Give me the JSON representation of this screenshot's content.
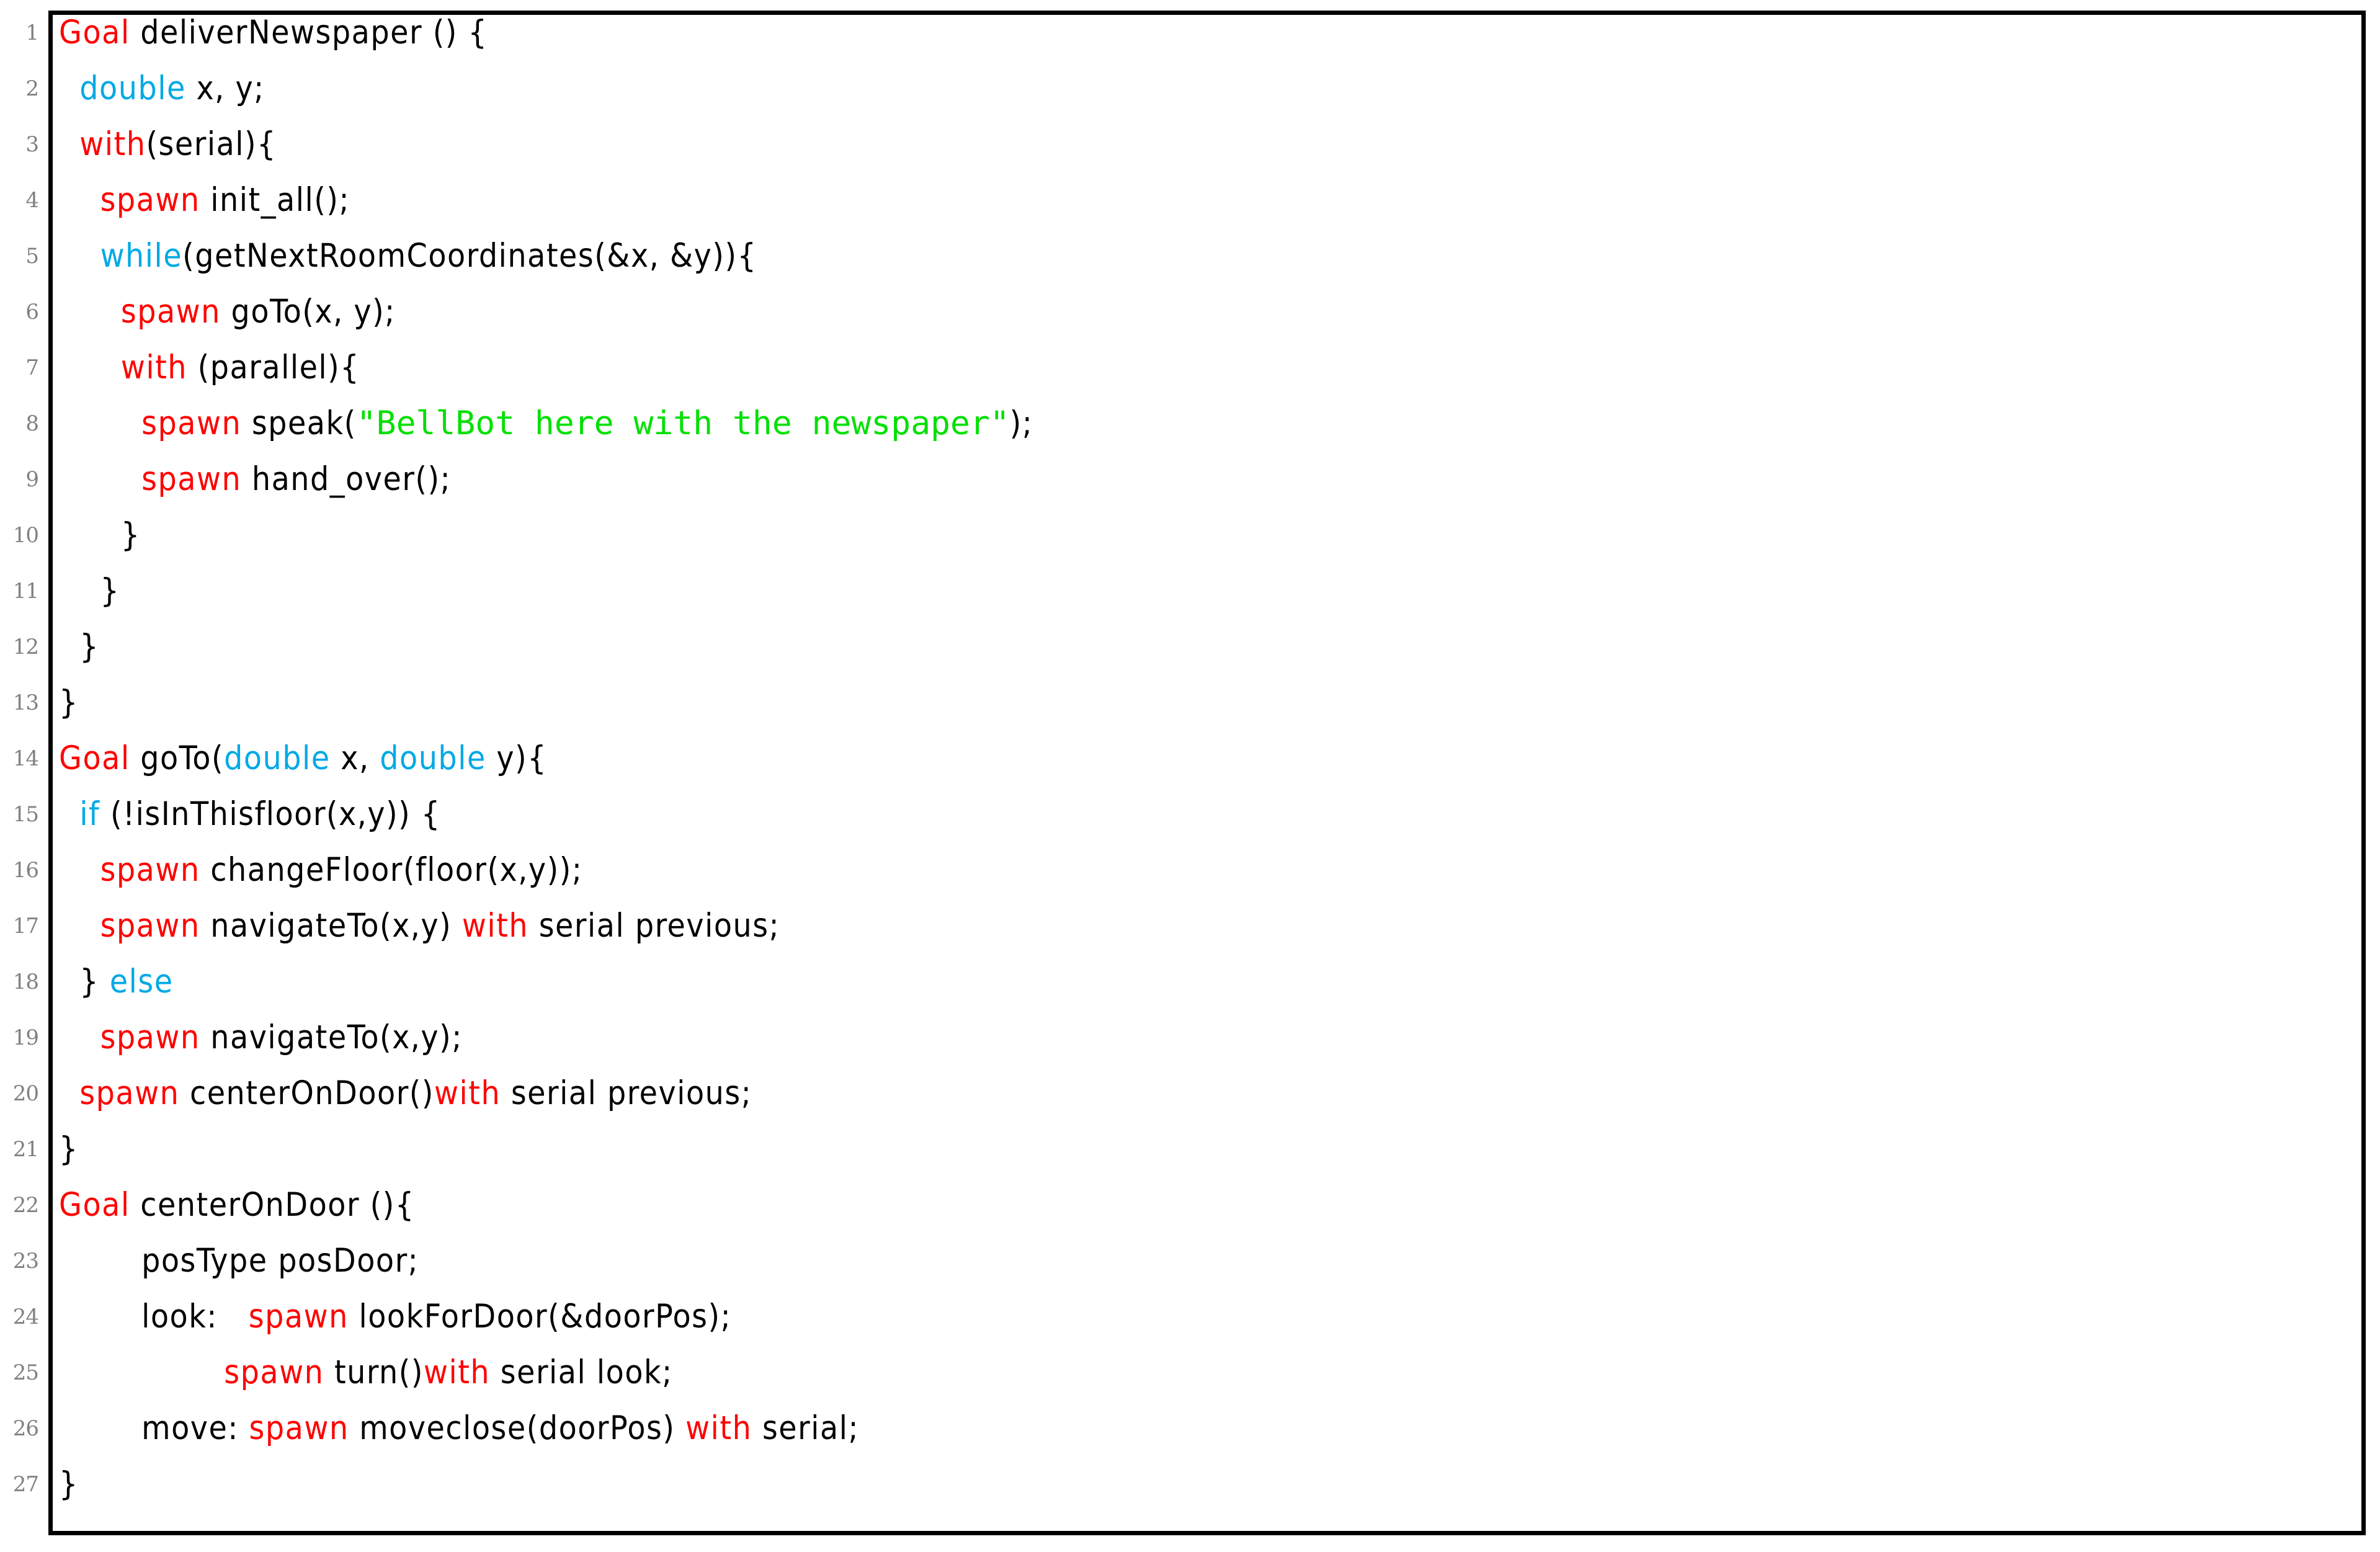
{
  "listing": {
    "language": "Goal-oriented robot task DSL",
    "frame": {
      "border_color": "#000000",
      "background": "#ffffff"
    },
    "line_number_color": "#808080",
    "token_colors": {
      "keyword_red": "#ff0000",
      "keyword_blue": "#00a9e5",
      "string_green": "#00e000",
      "plain": "#000000"
    },
    "lines": [
      {
        "number": "1",
        "tokens": [
          {
            "t": "Goal",
            "c": "kw-red"
          },
          {
            "t": " deliverNewspaper () {",
            "c": "plain"
          }
        ]
      },
      {
        "number": "2",
        "tokens": [
          {
            "t": "  ",
            "c": "plain"
          },
          {
            "t": "double",
            "c": "kw-blue"
          },
          {
            "t": " x, y;",
            "c": "plain"
          }
        ]
      },
      {
        "number": "3",
        "tokens": [
          {
            "t": "  ",
            "c": "plain"
          },
          {
            "t": "with",
            "c": "kw-red"
          },
          {
            "t": "(serial){",
            "c": "plain"
          }
        ]
      },
      {
        "number": "4",
        "tokens": [
          {
            "t": "    ",
            "c": "plain"
          },
          {
            "t": "spawn",
            "c": "kw-red"
          },
          {
            "t": " init_all();",
            "c": "plain"
          }
        ]
      },
      {
        "number": "5",
        "tokens": [
          {
            "t": "    ",
            "c": "plain"
          },
          {
            "t": "while",
            "c": "kw-blue"
          },
          {
            "t": "(getNextRoomCoordinates(&x, &y)){",
            "c": "plain"
          }
        ]
      },
      {
        "number": "6",
        "tokens": [
          {
            "t": "      ",
            "c": "plain"
          },
          {
            "t": "spawn",
            "c": "kw-red"
          },
          {
            "t": " goTo(x, y);",
            "c": "plain"
          }
        ]
      },
      {
        "number": "7",
        "tokens": [
          {
            "t": "      ",
            "c": "plain"
          },
          {
            "t": "with",
            "c": "kw-red"
          },
          {
            "t": " (parallel){",
            "c": "plain"
          }
        ]
      },
      {
        "number": "8",
        "tokens": [
          {
            "t": "        ",
            "c": "plain"
          },
          {
            "t": "spawn",
            "c": "kw-red"
          },
          {
            "t": " speak(",
            "c": "plain"
          },
          {
            "t": "\"BellBot here with the newspaper\"",
            "c": "string"
          },
          {
            "t": ");",
            "c": "plain"
          }
        ]
      },
      {
        "number": "9",
        "tokens": [
          {
            "t": "        ",
            "c": "plain"
          },
          {
            "t": "spawn",
            "c": "kw-red"
          },
          {
            "t": " hand_over();",
            "c": "plain"
          }
        ]
      },
      {
        "number": "10",
        "tokens": [
          {
            "t": "      }",
            "c": "plain"
          }
        ]
      },
      {
        "number": "11",
        "tokens": [
          {
            "t": "    }",
            "c": "plain"
          }
        ]
      },
      {
        "number": "12",
        "tokens": [
          {
            "t": "  }",
            "c": "plain"
          }
        ]
      },
      {
        "number": "13",
        "tokens": [
          {
            "t": "}",
            "c": "plain"
          }
        ]
      },
      {
        "number": "14",
        "tokens": [
          {
            "t": "Goal",
            "c": "kw-red"
          },
          {
            "t": " goTo(",
            "c": "plain"
          },
          {
            "t": "double",
            "c": "kw-blue"
          },
          {
            "t": " x, ",
            "c": "plain"
          },
          {
            "t": "double",
            "c": "kw-blue"
          },
          {
            "t": " y){",
            "c": "plain"
          }
        ]
      },
      {
        "number": "15",
        "tokens": [
          {
            "t": "  ",
            "c": "plain"
          },
          {
            "t": "if",
            "c": "kw-blue"
          },
          {
            "t": " (!isInThisfloor(x,y)) {",
            "c": "plain"
          }
        ]
      },
      {
        "number": "16",
        "tokens": [
          {
            "t": "    ",
            "c": "plain"
          },
          {
            "t": "spawn",
            "c": "kw-red"
          },
          {
            "t": " changeFloor(floor(x,y));",
            "c": "plain"
          }
        ]
      },
      {
        "number": "17",
        "tokens": [
          {
            "t": "    ",
            "c": "plain"
          },
          {
            "t": "spawn",
            "c": "kw-red"
          },
          {
            "t": " navigateTo(x,y) ",
            "c": "plain"
          },
          {
            "t": "with",
            "c": "kw-red"
          },
          {
            "t": " serial previous;",
            "c": "plain"
          }
        ]
      },
      {
        "number": "18",
        "tokens": [
          {
            "t": "  } ",
            "c": "plain"
          },
          {
            "t": "else",
            "c": "kw-blue"
          }
        ]
      },
      {
        "number": "19",
        "tokens": [
          {
            "t": "    ",
            "c": "plain"
          },
          {
            "t": "spawn",
            "c": "kw-red"
          },
          {
            "t": " navigateTo(x,y);",
            "c": "plain"
          }
        ]
      },
      {
        "number": "20",
        "tokens": [
          {
            "t": "  ",
            "c": "plain"
          },
          {
            "t": "spawn",
            "c": "kw-red"
          },
          {
            "t": " centerOnDoor()",
            "c": "plain"
          },
          {
            "t": "with",
            "c": "kw-red"
          },
          {
            "t": " serial previous;",
            "c": "plain"
          }
        ]
      },
      {
        "number": "21",
        "tokens": [
          {
            "t": "}",
            "c": "plain"
          }
        ]
      },
      {
        "number": "22",
        "tokens": [
          {
            "t": "Goal",
            "c": "kw-red"
          },
          {
            "t": " centerOnDoor (){",
            "c": "plain"
          }
        ]
      },
      {
        "number": "23",
        "tokens": [
          {
            "t": "        posType posDoor;",
            "c": "plain"
          }
        ]
      },
      {
        "number": "24",
        "tokens": [
          {
            "t": "        look:   ",
            "c": "plain"
          },
          {
            "t": "spawn",
            "c": "kw-red"
          },
          {
            "t": " lookForDoor(&doorPos);",
            "c": "plain"
          }
        ]
      },
      {
        "number": "25",
        "tokens": [
          {
            "t": "                ",
            "c": "plain"
          },
          {
            "t": "spawn",
            "c": "kw-red"
          },
          {
            "t": " turn()",
            "c": "plain"
          },
          {
            "t": "with",
            "c": "kw-red"
          },
          {
            "t": " serial look;",
            "c": "plain"
          }
        ]
      },
      {
        "number": "26",
        "tokens": [
          {
            "t": "        move: ",
            "c": "plain"
          },
          {
            "t": "spawn",
            "c": "kw-red"
          },
          {
            "t": " moveclose(doorPos) ",
            "c": "plain"
          },
          {
            "t": "with",
            "c": "kw-red"
          },
          {
            "t": " serial;",
            "c": "plain"
          }
        ]
      },
      {
        "number": "27",
        "tokens": [
          {
            "t": "}",
            "c": "plain"
          }
        ]
      }
    ]
  }
}
